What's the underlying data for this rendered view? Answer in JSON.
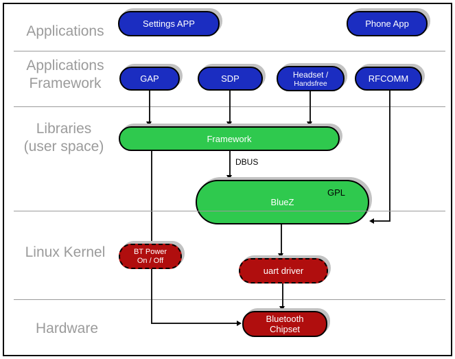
{
  "layers": {
    "applications": "Applications",
    "applications_framework": {
      "line1": "Applications",
      "line2": "Framework"
    },
    "libraries": {
      "line1": "Libraries",
      "line2": "(user space)"
    },
    "linux_kernel": "Linux Kernel",
    "hardware": "Hardware"
  },
  "nodes": {
    "settings_app": {
      "label": "Settings APP"
    },
    "phone_app": {
      "label": "Phone App"
    },
    "gap": {
      "label": "GAP"
    },
    "sdp": {
      "label": "SDP"
    },
    "headset": {
      "line1": "Headset /",
      "line2": "Handsfree"
    },
    "rfcomm": {
      "label": "RFCOMM"
    },
    "framework": {
      "label": "Framework"
    },
    "bluez": {
      "label": "BlueZ",
      "annotation": "GPL"
    },
    "bt_power": {
      "line1": "BT Power",
      "line2": "On / Off"
    },
    "uart_driver": {
      "label": "uart driver"
    },
    "bluetooth_chipset": {
      "line1": "Bluetooth",
      "line2": "Chipset"
    }
  },
  "edges": {
    "dbus_label": "DBUS",
    "connections": [
      {
        "from": "GAP",
        "to": "Framework"
      },
      {
        "from": "SDP",
        "to": "Framework"
      },
      {
        "from": "Headset / Handsfree",
        "to": "Framework"
      },
      {
        "from": "Framework",
        "to": "BlueZ",
        "label": "DBUS"
      },
      {
        "from": "RFCOMM",
        "to": "BlueZ"
      },
      {
        "from": "Framework",
        "to": "Bluetooth Chipset",
        "via": "BT Power On / Off"
      },
      {
        "from": "BlueZ",
        "to": "uart driver"
      },
      {
        "from": "uart driver",
        "to": "Bluetooth Chipset"
      }
    ]
  },
  "colors": {
    "blue_node": "#1b2dc1",
    "green_node": "#2fc94e",
    "red_node": "#b00e0e",
    "node_text": "#ffffff",
    "shadow": "#c2c2c2",
    "layer_label": "#9b9b9b",
    "divider": "#9a9a9a"
  }
}
